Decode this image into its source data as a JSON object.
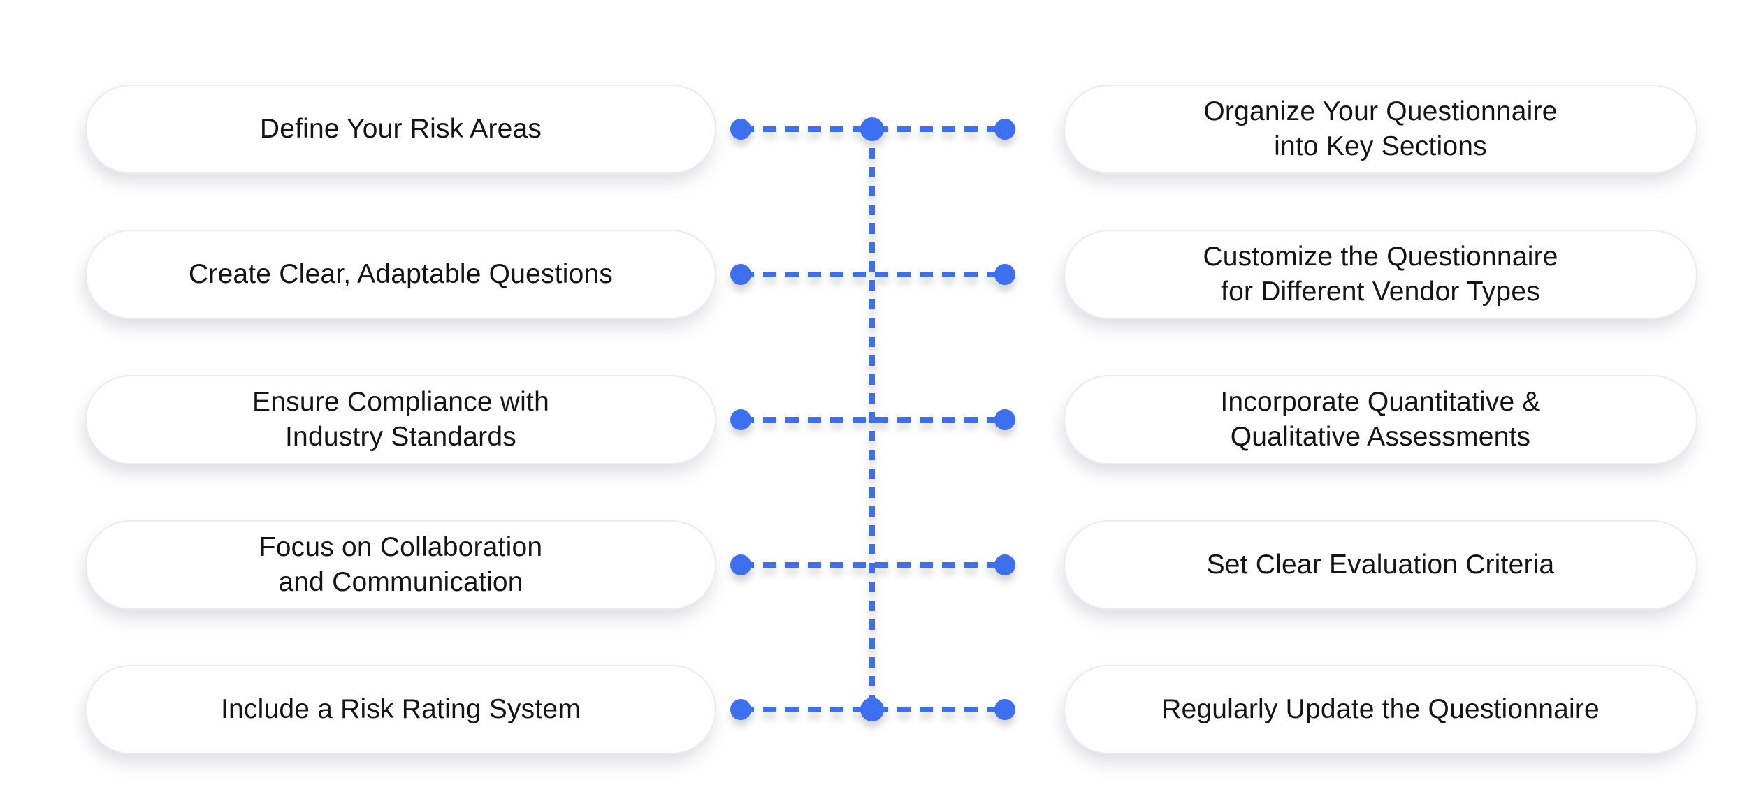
{
  "diagram": {
    "type": "two-column connected step diagram",
    "rows": [
      {
        "left": "Define Your Risk Areas",
        "right": "Organize Your Questionnaire\ninto Key Sections"
      },
      {
        "left": "Create Clear, Adaptable Questions",
        "right": "Customize the Questionnaire\nfor Different Vendor Types"
      },
      {
        "left": "Ensure Compliance with\nIndustry Standards",
        "right": "Incorporate Quantitative &\nQualitative Assessments"
      },
      {
        "left": "Focus on Collaboration\nand Communication",
        "right": "Set Clear Evaluation Criteria"
      },
      {
        "left": "Include a Risk Rating System",
        "right": "Regularly Update the Questionnaire"
      }
    ],
    "icons": {
      "connector_dot": "filled-circle",
      "connector_line": "dashed-line"
    },
    "colors": {
      "accent": "#3D6FF1",
      "box_background": "#FFFFFF",
      "box_border": "#ECECEE",
      "text": "#141414",
      "page_background": "#FFFFFF"
    }
  }
}
